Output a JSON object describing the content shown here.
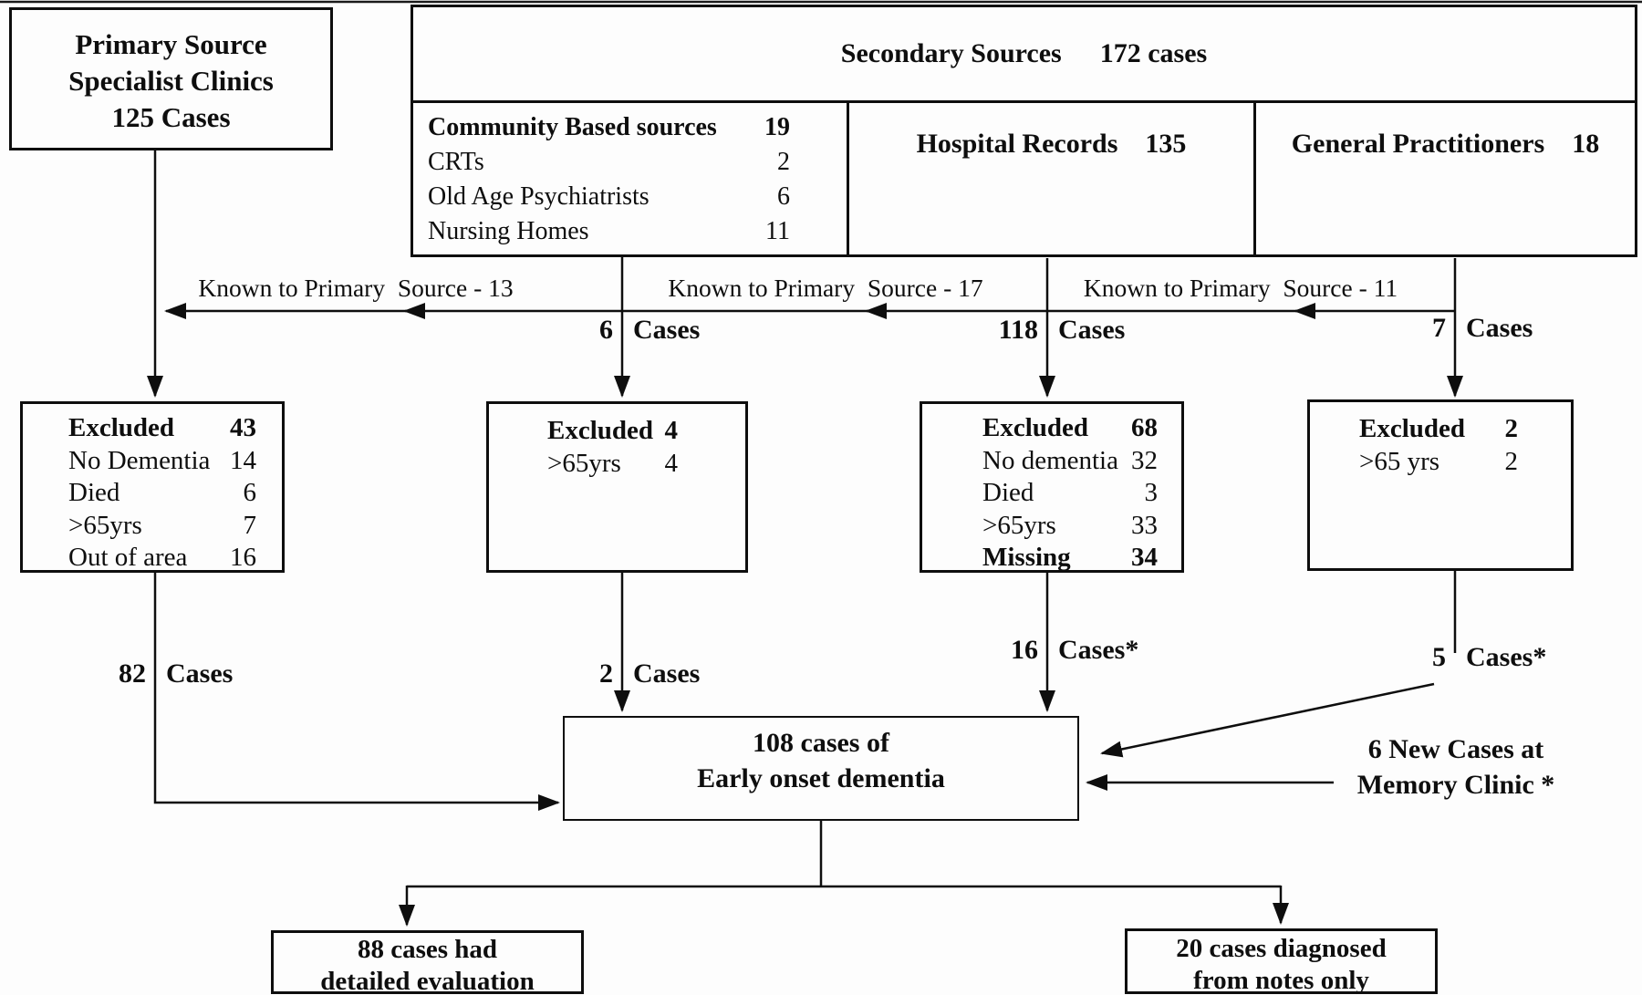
{
  "colors": {
    "ink": "#0e0e0e",
    "paper": "#fdfdfd"
  },
  "primary_box": {
    "line1": "Primary Source",
    "line2": "Specialist Clinics",
    "line3": "125 Cases"
  },
  "secondary": {
    "title": "Secondary Sources",
    "count": "172 cases",
    "community": {
      "title": "Community Based sources",
      "count": "19",
      "items": [
        {
          "label": "CRTs",
          "value": "2"
        },
        {
          "label": "Old Age Psychiatrists",
          "value": "6"
        },
        {
          "label": "Nursing Homes",
          "value": "11"
        }
      ]
    },
    "hospital": {
      "title": "Hospital Records",
      "count": "135"
    },
    "gp": {
      "title": "General Practitioners",
      "count": "18"
    }
  },
  "known_to_primary": [
    {
      "label": "Known to Primary  Source - 13"
    },
    {
      "label": "Known to Primary  Source - 17"
    },
    {
      "label": "Known to Primary  Source - 11"
    }
  ],
  "flow_counts": {
    "community_in": {
      "num": "6",
      "word": "Cases"
    },
    "hospital_in": {
      "num": "118",
      "word": "Cases"
    },
    "gp_in": {
      "num": "7",
      "word": "Cases"
    },
    "primary_out": {
      "num": "82",
      "word": "Cases"
    },
    "community_out": {
      "num": "2",
      "word": "Cases"
    },
    "hospital_out": {
      "num": "16",
      "word": "Cases*"
    },
    "gp_out": {
      "num": "5",
      "word": "Cases*"
    }
  },
  "excluded_boxes": [
    {
      "title": "Excluded",
      "count": "43",
      "items": [
        {
          "label": "No Dementia",
          "value": "14"
        },
        {
          "label": "Died",
          "value": "6"
        },
        {
          "label": ">65yrs",
          "value": "7"
        },
        {
          "label": "Out of area",
          "value": "16"
        }
      ]
    },
    {
      "title": "Excluded",
      "count": "4",
      "items": [
        {
          "label": ">65yrs",
          "value": "4"
        }
      ]
    },
    {
      "title": "Excluded",
      "count": "68",
      "items": [
        {
          "label": "No dementia",
          "value": "32"
        },
        {
          "label": "Died",
          "value": "3"
        },
        {
          "label": ">65yrs",
          "value": "33"
        },
        {
          "label": "Missing",
          "value": "34"
        }
      ]
    },
    {
      "title": "Excluded",
      "count": "2",
      "items": [
        {
          "label": ">65 yrs",
          "value": "2"
        }
      ]
    }
  ],
  "central_box": {
    "line1": "108 cases of",
    "line2": "Early onset dementia"
  },
  "memory_clinic_note": {
    "line1": "6 New Cases at",
    "line2": "Memory Clinic *"
  },
  "outcome_boxes": {
    "evaluated": {
      "line1": "88 cases had",
      "line2": "detailed evaluation"
    },
    "notes_only": {
      "line1": "20 cases diagnosed",
      "line2": "from notes only"
    }
  }
}
